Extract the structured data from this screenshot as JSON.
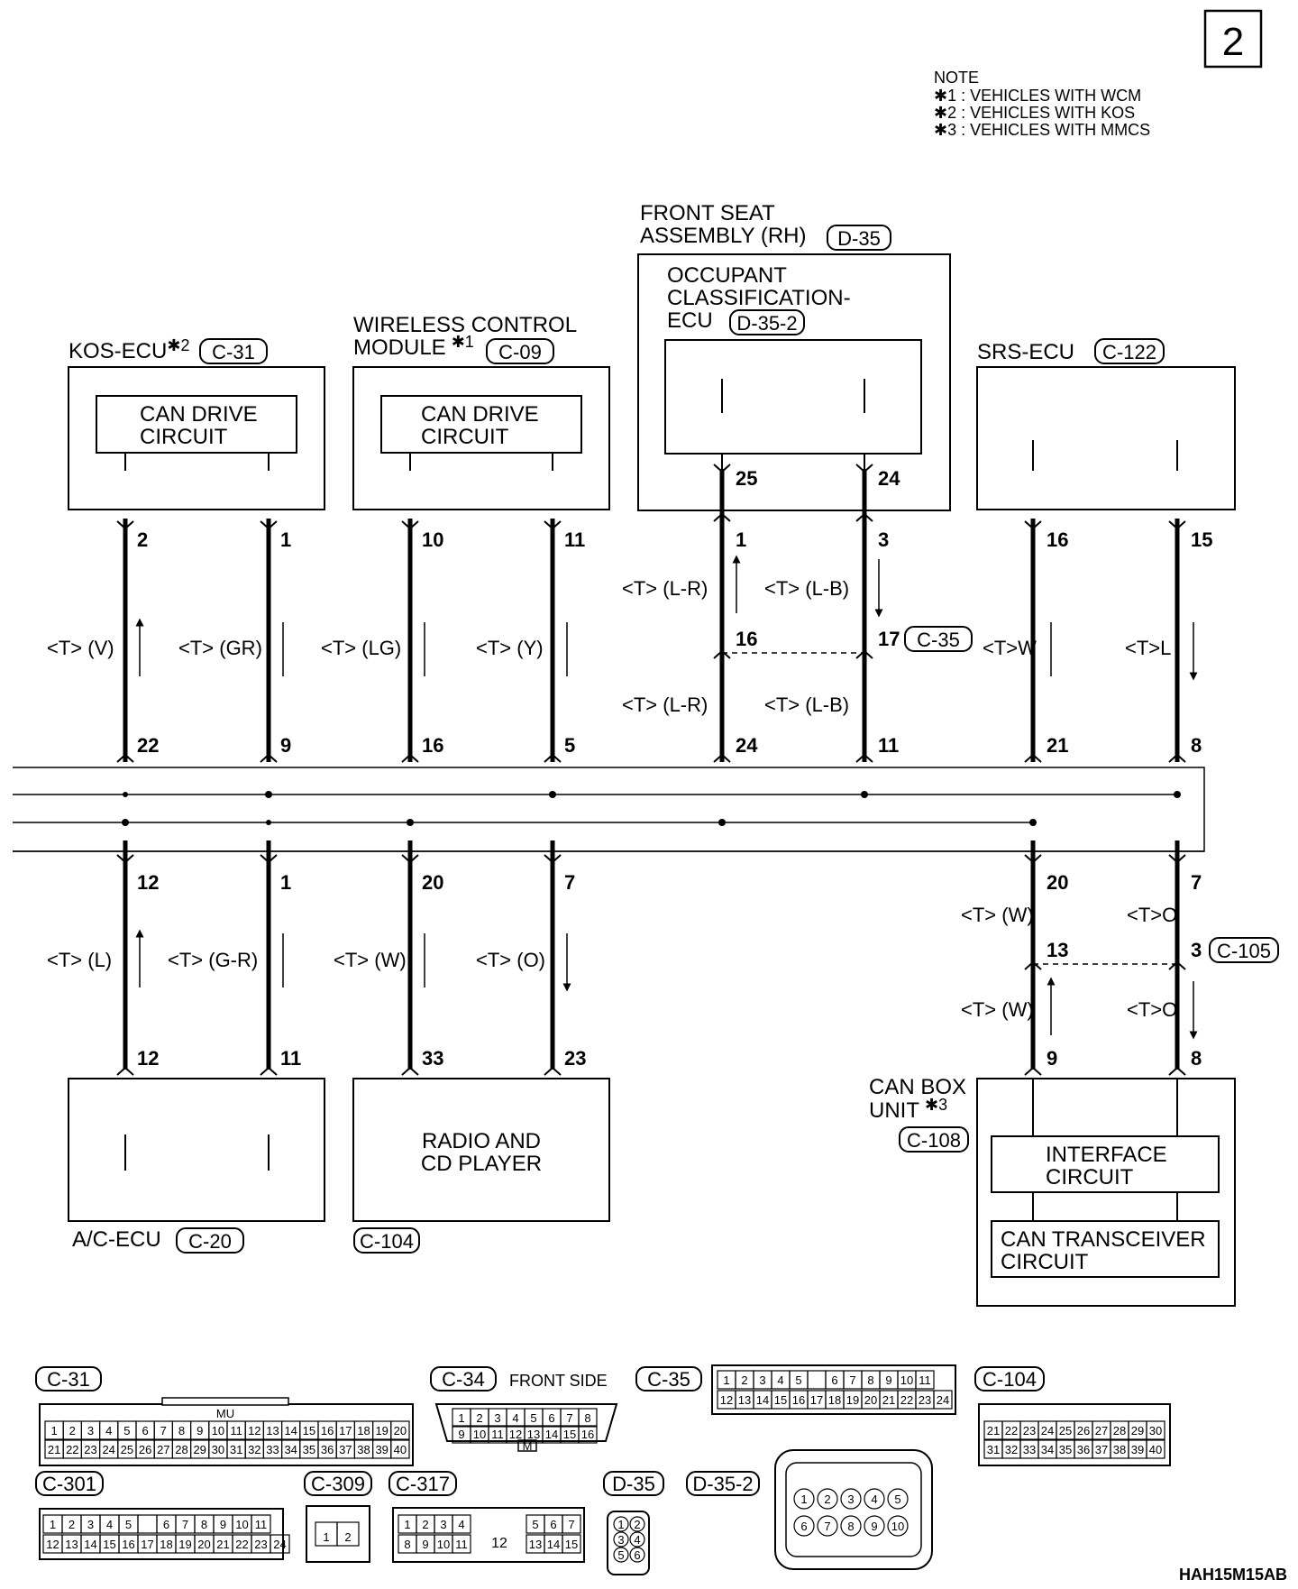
{
  "page_number": "2",
  "drawing_code": "HAH15M15AB",
  "note": {
    "title": "NOTE",
    "lines": [
      {
        "mark": "✱",
        "text": "1 : VEHICLES WITH WCM"
      },
      {
        "mark": "✱",
        "text": "2 : VEHICLES WITH KOS"
      },
      {
        "mark": "✱",
        "text": "3 : VEHICLES WITH MMCS"
      }
    ]
  },
  "modules": {
    "kos": {
      "name": "KOS-ECU",
      "star": "✱2",
      "connector": "C-31",
      "inner": [
        "CAN DRIVE",
        "CIRCUIT"
      ]
    },
    "wcm": {
      "name1": "WIRELESS CONTROL",
      "name2": "MODULE",
      "star": "✱1",
      "connector": "C-09",
      "inner": [
        "CAN DRIVE",
        "CIRCUIT"
      ]
    },
    "seat": {
      "name1": "FRONT SEAT",
      "name2": "ASSEMBLY (RH)",
      "connector": "D-35",
      "inner1": "OCCUPANT",
      "inner2": "CLASSIFICATION-",
      "inner3": "ECU",
      "inner_connector": "D-35-2"
    },
    "srs": {
      "name": "SRS-ECU",
      "connector": "C-122"
    },
    "ac": {
      "name": "A/C-ECU",
      "connector": "C-20"
    },
    "radio": {
      "name": [
        "RADIO AND",
        "CD PLAYER"
      ],
      "connector": "C-104"
    },
    "canbox": {
      "name1": "CAN BOX",
      "name2": "UNIT",
      "star": "✱3",
      "connector": "C-108",
      "inner1": [
        "INTERFACE",
        "CIRCUIT"
      ],
      "inner2": [
        "CAN TRANSCEIVER",
        "CIRCUIT"
      ]
    }
  },
  "wires_top": [
    {
      "top_pin": "2",
      "bottom_pin": "22",
      "signal": "<T> (V)"
    },
    {
      "top_pin": "1",
      "bottom_pin": "9",
      "signal": "<T> (GR)"
    },
    {
      "top_pin": "10",
      "bottom_pin": "16",
      "signal": "<T> (LG)"
    },
    {
      "top_pin": "11",
      "bottom_pin": "5",
      "signal": "<T> (Y)"
    },
    {
      "module_pin": "25",
      "top_pin": "1",
      "mid_pin": "16",
      "bottom_pin": "24",
      "signal_upper": "<T> (L-R)",
      "signal_lower": "<T> (L-R)"
    },
    {
      "module_pin": "24",
      "top_pin": "3",
      "mid_pin": "17",
      "mid_connector": "C-35",
      "bottom_pin": "11",
      "signal_upper": "<T> (L-B)",
      "signal_lower": "<T> (L-B)"
    },
    {
      "top_pin": "16",
      "bottom_pin": "21",
      "signal": "<T>W"
    },
    {
      "top_pin": "15",
      "bottom_pin": "8",
      "signal": "<T>L"
    }
  ],
  "wires_bottom": [
    {
      "top_pin": "12",
      "bottom_pin": "12",
      "signal": "<T> (L)"
    },
    {
      "top_pin": "1",
      "bottom_pin": "11",
      "signal": "<T> (G-R)"
    },
    {
      "top_pin": "20",
      "bottom_pin": "33",
      "signal": "<T> (W)"
    },
    {
      "top_pin": "7",
      "bottom_pin": "23",
      "signal": "<T> (O)"
    },
    {
      "top_pin": "20",
      "mid_pin": "13",
      "bottom_pin": "9",
      "signal_upper": "<T> (W)",
      "signal_lower": "<T> (W)"
    },
    {
      "top_pin": "7",
      "mid_pin": "3",
      "mid_connector": "C-105",
      "bottom_pin": "8",
      "signal_upper": "<T>O",
      "signal_lower": "<T>O"
    }
  ],
  "connectors": {
    "c31": {
      "label": "C-31",
      "tag": "MU",
      "row1": [
        "1",
        "2",
        "3",
        "4",
        "5",
        "6",
        "7",
        "8",
        "9",
        "10",
        "11",
        "12",
        "13",
        "14",
        "15",
        "16",
        "17",
        "18",
        "19",
        "20"
      ],
      "row2": [
        "21",
        "22",
        "23",
        "24",
        "25",
        "26",
        "27",
        "28",
        "29",
        "30",
        "31",
        "32",
        "33",
        "34",
        "35",
        "36",
        "37",
        "38",
        "39",
        "40"
      ]
    },
    "c34": {
      "label": "C-34",
      "side": "FRONT SIDE",
      "tag": "M",
      "row1": [
        "1",
        "2",
        "3",
        "4",
        "5",
        "6",
        "7",
        "8"
      ],
      "row2": [
        "9",
        "10",
        "11",
        "12",
        "13",
        "14",
        "15",
        "16"
      ]
    },
    "c35": {
      "label": "C-35",
      "row1": [
        "1",
        "2",
        "3",
        "4",
        "5",
        "",
        "6",
        "7",
        "8",
        "9",
        "10",
        "11"
      ],
      "row2": [
        "12",
        "13",
        "14",
        "15",
        "16",
        "17",
        "18",
        "19",
        "20",
        "21",
        "22",
        "23",
        "24"
      ]
    },
    "c104": {
      "label": "C-104",
      "row1": [
        "21",
        "22",
        "23",
        "24",
        "25",
        "26",
        "27",
        "28",
        "29",
        "30"
      ],
      "row2": [
        "31",
        "32",
        "33",
        "34",
        "35",
        "36",
        "37",
        "38",
        "39",
        "40"
      ]
    },
    "c301": {
      "label": "C-301",
      "row1": [
        "1",
        "2",
        "3",
        "4",
        "5",
        "",
        "6",
        "7",
        "8",
        "9",
        "10",
        "11"
      ],
      "row2": [
        "12",
        "13",
        "14",
        "15",
        "16",
        "17",
        "18",
        "19",
        "20",
        "21",
        "22",
        "23",
        "24"
      ]
    },
    "c309": {
      "label": "C-309",
      "row1": [
        "1",
        "2"
      ]
    },
    "c317": {
      "label": "C-317",
      "row1": [
        "1",
        "2",
        "3",
        "4",
        "5",
        "6",
        "7"
      ],
      "center": "12",
      "row2": [
        "8",
        "9",
        "10",
        "11",
        "13",
        "14",
        "15"
      ]
    },
    "d35": {
      "label": "D-35",
      "pins": [
        "1",
        "2",
        "3",
        "4",
        "5",
        "6"
      ]
    },
    "d352": {
      "label": "D-35-2",
      "row1": [
        "1",
        "2",
        "3",
        "4",
        "5"
      ],
      "row2": [
        "6",
        "7",
        "8",
        "9",
        "10"
      ]
    }
  }
}
